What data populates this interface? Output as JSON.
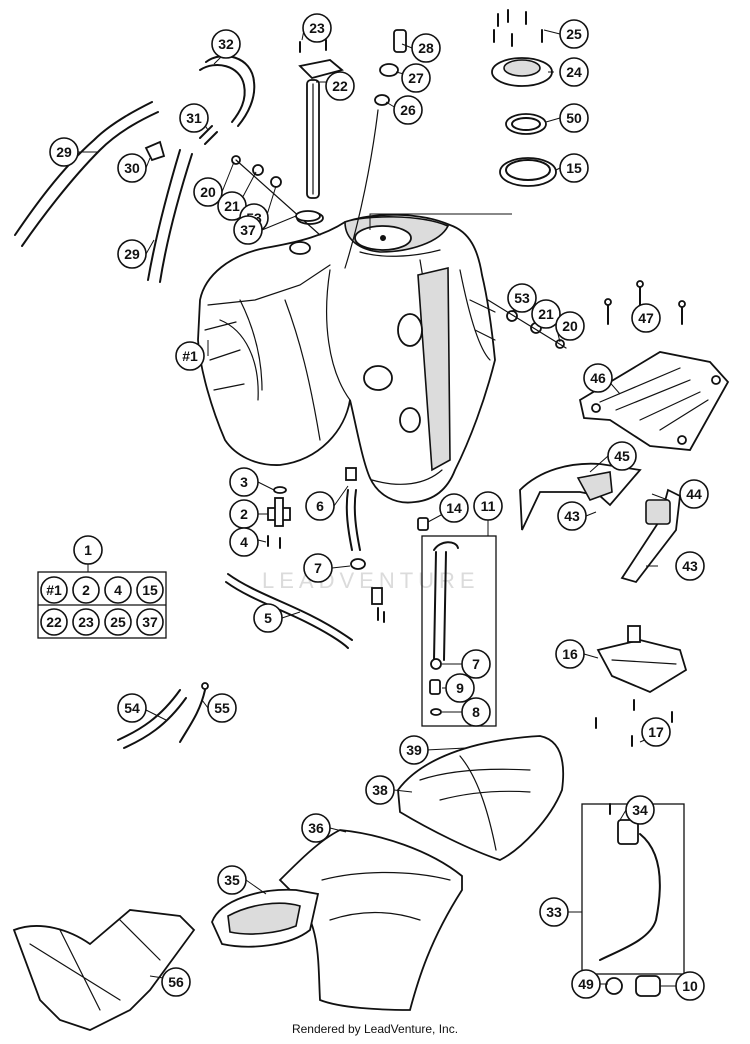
{
  "watermark": "LEADVENTURE",
  "footer": "Rendered by LeadVenture, Inc.",
  "callouts": [
    {
      "label": "32",
      "part": "fuel-hose-upper"
    },
    {
      "label": "23",
      "part": "cap-screw"
    },
    {
      "label": "28",
      "part": "plug"
    },
    {
      "label": "25",
      "part": "screws"
    },
    {
      "label": "22",
      "part": "filler-neck-tube"
    },
    {
      "label": "27",
      "part": "bushing"
    },
    {
      "label": "24",
      "part": "filler-cap"
    },
    {
      "label": "31",
      "part": "hose-connector"
    },
    {
      "label": "26",
      "part": "washer"
    },
    {
      "label": "50",
      "part": "ring-seal"
    },
    {
      "label": "29",
      "part": "overflow-hose-left"
    },
    {
      "label": "30",
      "part": "clip"
    },
    {
      "label": "15",
      "part": "cap-gasket"
    },
    {
      "label": "20",
      "part": "screw-left"
    },
    {
      "label": "21",
      "part": "washer-left"
    },
    {
      "label": "53",
      "part": "grommet-left"
    },
    {
      "label": "37",
      "part": "o-ring"
    },
    {
      "label": "29",
      "part": "overflow-hose-right"
    },
    {
      "label": "53",
      "part": "grommet-right"
    },
    {
      "label": "21",
      "part": "washer-right"
    },
    {
      "label": "47",
      "part": "bolts"
    },
    {
      "label": "20",
      "part": "screw-right"
    },
    {
      "label": "#1",
      "part": "fuel-tank"
    },
    {
      "label": "46",
      "part": "tank-bracket"
    },
    {
      "label": "45",
      "part": "holder"
    },
    {
      "label": "3",
      "part": "o-ring-small"
    },
    {
      "label": "6",
      "part": "hose-assembly"
    },
    {
      "label": "14",
      "part": "tap"
    },
    {
      "label": "11",
      "part": "breather-kit"
    },
    {
      "label": "44",
      "part": "side-bracket"
    },
    {
      "label": "2",
      "part": "fuel-tap"
    },
    {
      "label": "43",
      "part": "screw-holder"
    },
    {
      "label": "4",
      "part": "screws-tap"
    },
    {
      "label": "1",
      "part": "tank-kit"
    },
    {
      "label": "7",
      "part": "cap-left"
    },
    {
      "label": "43",
      "part": "screw-bracket"
    },
    {
      "label": "5",
      "part": "fuel-line"
    },
    {
      "label": "16",
      "part": "seat-lock-bracket"
    },
    {
      "label": "7",
      "part": "cap-right"
    },
    {
      "label": "9",
      "part": "valve"
    },
    {
      "label": "54",
      "part": "hose-bend"
    },
    {
      "label": "55",
      "part": "wire"
    },
    {
      "label": "8",
      "part": "o-ring-valve"
    },
    {
      "label": "17",
      "part": "screws-bracket"
    },
    {
      "label": "39",
      "part": "seat-cover-rear"
    },
    {
      "label": "38",
      "part": "seat-rear"
    },
    {
      "label": "34",
      "part": "lock-bracket"
    },
    {
      "label": "36",
      "part": "seat-front"
    },
    {
      "label": "35",
      "part": "seat-base"
    },
    {
      "label": "33",
      "part": "seat-lock-kit"
    },
    {
      "label": "56",
      "part": "seat-foam"
    },
    {
      "label": "49",
      "part": "lock-cylinder"
    },
    {
      "label": "10",
      "part": "lock-housing"
    }
  ],
  "kit_table": {
    "label": "1",
    "rows": [
      [
        "#1",
        "2",
        "4",
        "15"
      ],
      [
        "22",
        "23",
        "25",
        "37"
      ]
    ]
  }
}
